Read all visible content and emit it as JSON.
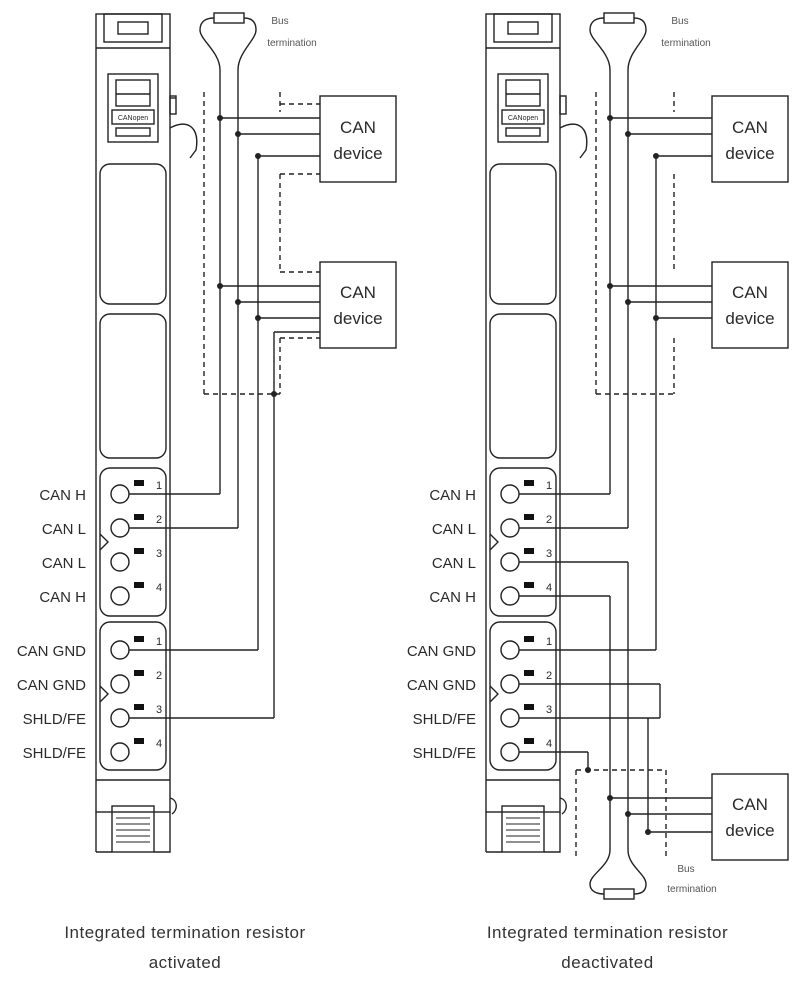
{
  "panels": [
    {
      "id": "activated",
      "module_brand": "CANopen",
      "pin_labels": [
        "CAN H",
        "CAN L",
        "CAN L",
        "CAN H",
        "CAN GND",
        "CAN GND",
        "SHLD/FE",
        "SHLD/FE"
      ],
      "block1_numbers": [
        "1",
        "2",
        "3",
        "4"
      ],
      "block2_numbers": [
        "1",
        "2",
        "3",
        "4"
      ],
      "bus_termination_top": {
        "line1": "Bus",
        "line2": "termination"
      },
      "devices": [
        {
          "line1": "CAN",
          "line2": "device"
        },
        {
          "line1": "CAN",
          "line2": "device"
        }
      ],
      "caption": {
        "line1": "Integrated termination resistor",
        "line2": "activated"
      }
    },
    {
      "id": "deactivated",
      "module_brand": "CANopen",
      "pin_labels": [
        "CAN H",
        "CAN L",
        "CAN L",
        "CAN H",
        "CAN GND",
        "CAN GND",
        "SHLD/FE",
        "SHLD/FE"
      ],
      "block1_numbers": [
        "1",
        "2",
        "3",
        "4"
      ],
      "block2_numbers": [
        "1",
        "2",
        "3",
        "4"
      ],
      "bus_termination_top": {
        "line1": "Bus",
        "line2": "termination"
      },
      "bus_termination_bottom": {
        "line1": "Bus",
        "line2": "termination"
      },
      "devices": [
        {
          "line1": "CAN",
          "line2": "device"
        },
        {
          "line1": "CAN",
          "line2": "device"
        },
        {
          "line1": "CAN",
          "line2": "device"
        }
      ],
      "caption": {
        "line1": "Integrated termination resistor",
        "line2": "deactivated"
      }
    }
  ]
}
